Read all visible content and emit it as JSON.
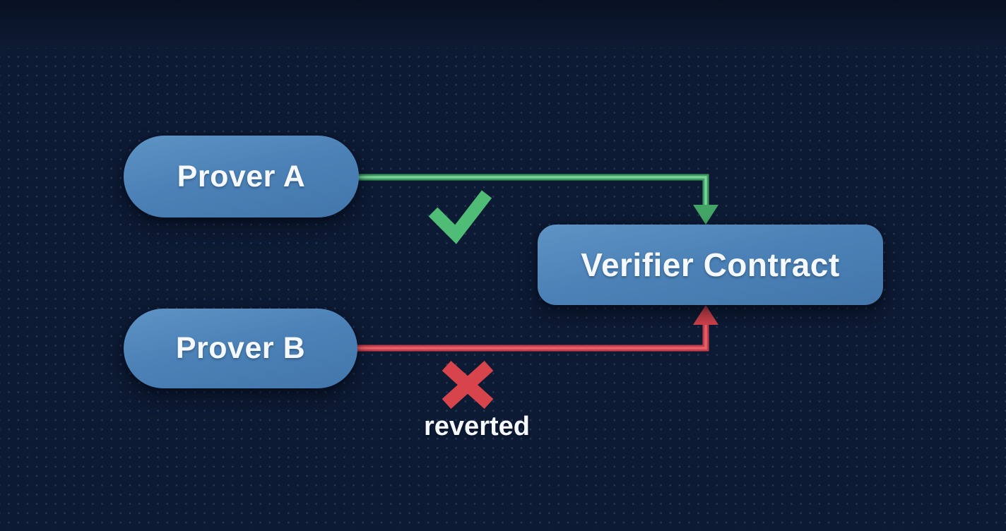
{
  "diagram": {
    "nodes": {
      "prover_a": {
        "label": "Prover A"
      },
      "prover_b": {
        "label": "Prover B"
      },
      "verifier": {
        "label": "Verifier Contract"
      }
    },
    "annotations": {
      "reverted_label": "reverted",
      "success_icon": "checkmark-icon",
      "failure_icon": "x-mark-icon"
    },
    "edges": [
      {
        "from": "Prover A",
        "to": "Verifier Contract",
        "status": "success"
      },
      {
        "from": "Prover B",
        "to": "Verifier Contract",
        "status": "reverted"
      }
    ],
    "colors": {
      "background": "#0d1a33",
      "node_blue": "#4b81b6",
      "label_white": "#f5f8fc",
      "edge_green": "#3c9c5f",
      "edge_green_light": "#7bd199",
      "arrow_green": "#42a566",
      "check_green": "#50bd77",
      "edge_red": "#c43d48",
      "edge_red_light": "#e6606a",
      "arrow_red": "#d0424c",
      "cross_red": "#d7444b"
    }
  }
}
